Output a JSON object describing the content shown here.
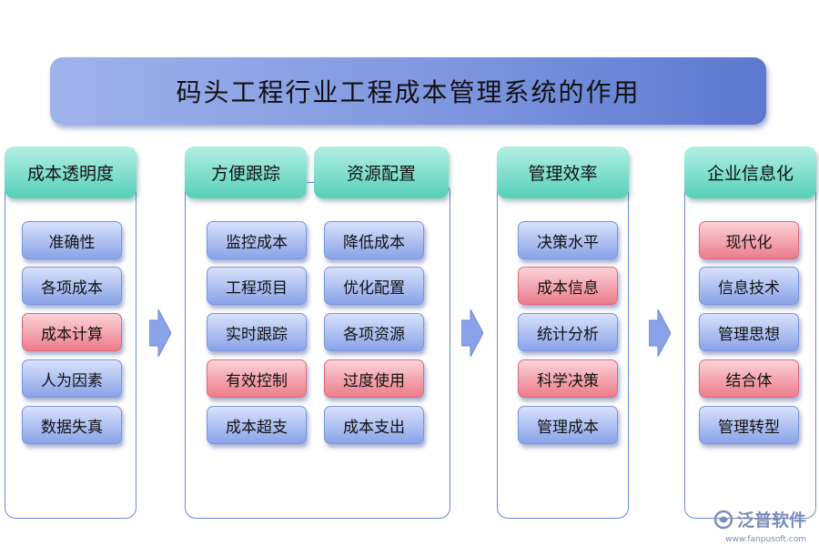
{
  "title": "码头工程行业工程成本管理系统的作用",
  "columns": [
    {
      "header": "成本透明度",
      "items": [
        {
          "label": "准确性",
          "highlight": false
        },
        {
          "label": "各项成本",
          "highlight": false
        },
        {
          "label": "成本计算",
          "highlight": true
        },
        {
          "label": "人为因素",
          "highlight": false
        },
        {
          "label": "数据失真",
          "highlight": false
        }
      ]
    },
    {
      "header": "方便跟踪",
      "items": [
        {
          "label": "监控成本",
          "highlight": false
        },
        {
          "label": "工程项目",
          "highlight": false
        },
        {
          "label": "实时跟踪",
          "highlight": false
        },
        {
          "label": "有效控制",
          "highlight": true
        },
        {
          "label": "成本超支",
          "highlight": false
        }
      ]
    },
    {
      "header": "资源配置",
      "items": [
        {
          "label": "降低成本",
          "highlight": false
        },
        {
          "label": "优化配置",
          "highlight": false
        },
        {
          "label": "各项资源",
          "highlight": false
        },
        {
          "label": "过度使用",
          "highlight": true
        },
        {
          "label": "成本支出",
          "highlight": false
        }
      ]
    },
    {
      "header": "管理效率",
      "items": [
        {
          "label": "决策水平",
          "highlight": false
        },
        {
          "label": "成本信息",
          "highlight": true
        },
        {
          "label": "统计分析",
          "highlight": false
        },
        {
          "label": "科学决策",
          "highlight": true
        },
        {
          "label": "管理成本",
          "highlight": false
        }
      ]
    },
    {
      "header": "企业信息化",
      "items": [
        {
          "label": "现代化",
          "highlight": true
        },
        {
          "label": "信息技术",
          "highlight": false
        },
        {
          "label": "管理思想",
          "highlight": false
        },
        {
          "label": "结合体",
          "highlight": true
        },
        {
          "label": "管理转型",
          "highlight": false
        }
      ]
    }
  ],
  "logo": {
    "name": "泛普软件",
    "url": "www.fanpusoft.com"
  },
  "colors": {
    "chip_blue": "#8aa3e8",
    "chip_red": "#ec7c8c",
    "header_teal": "#56cfb8",
    "arrow": "#8aa3e8"
  }
}
